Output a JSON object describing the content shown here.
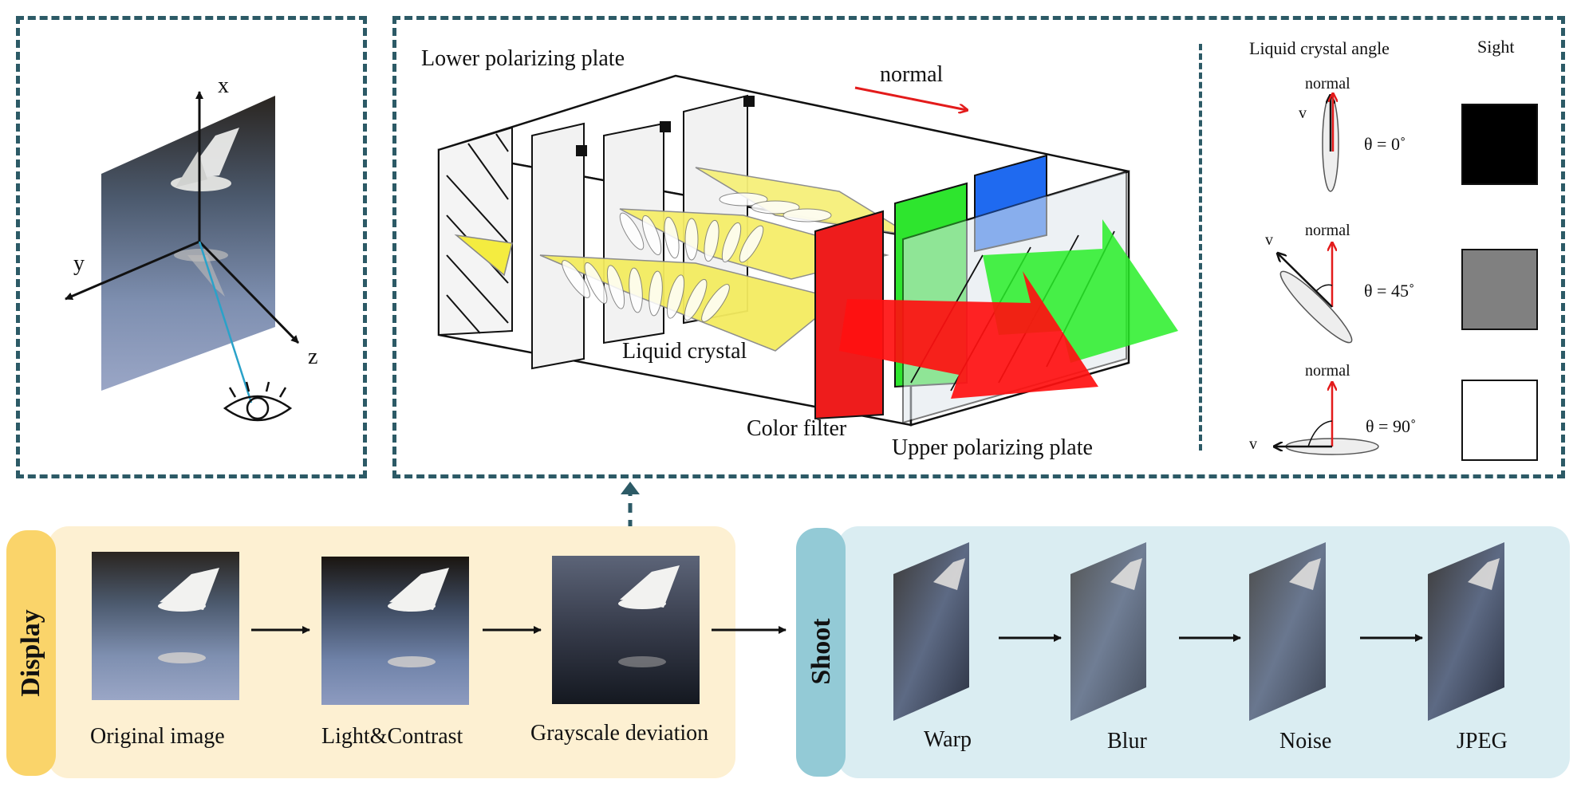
{
  "axes": {
    "x": "x",
    "y": "y",
    "z": "z"
  },
  "lcd": {
    "lower_plate": "Lower polarizing plate",
    "normal": "normal",
    "liquid_crystal": "Liquid crystal",
    "color_filter": "Color filter",
    "upper_plate": "Upper polarizing plate"
  },
  "angle_table": {
    "header_angle": "Liquid crystal angle",
    "header_sight": "Sight",
    "rows": [
      {
        "normal": "normal",
        "v": "v",
        "theta": "θ = 0˚",
        "sight_color": "#000000"
      },
      {
        "normal": "normal",
        "v": "v",
        "theta": "θ = 45˚",
        "sight_color": "#808080"
      },
      {
        "normal": "normal",
        "v": "v",
        "theta": "θ = 90˚",
        "sight_color": "#ffffff"
      }
    ]
  },
  "display": {
    "label": "Display",
    "steps": [
      "Original image",
      "Light&Contrast",
      "Grayscale deviation"
    ]
  },
  "shoot": {
    "label": "Shoot",
    "steps": [
      "Warp",
      "Blur",
      "Noise",
      "JPEG"
    ]
  },
  "colors": {
    "dash": "#2c5a66",
    "display_bg": "#fdf0d2",
    "display_tab": "#fad46a",
    "shoot_bg": "#daedf2",
    "shoot_tab": "#93cad6",
    "normal_arrow": "#e31b1b"
  }
}
